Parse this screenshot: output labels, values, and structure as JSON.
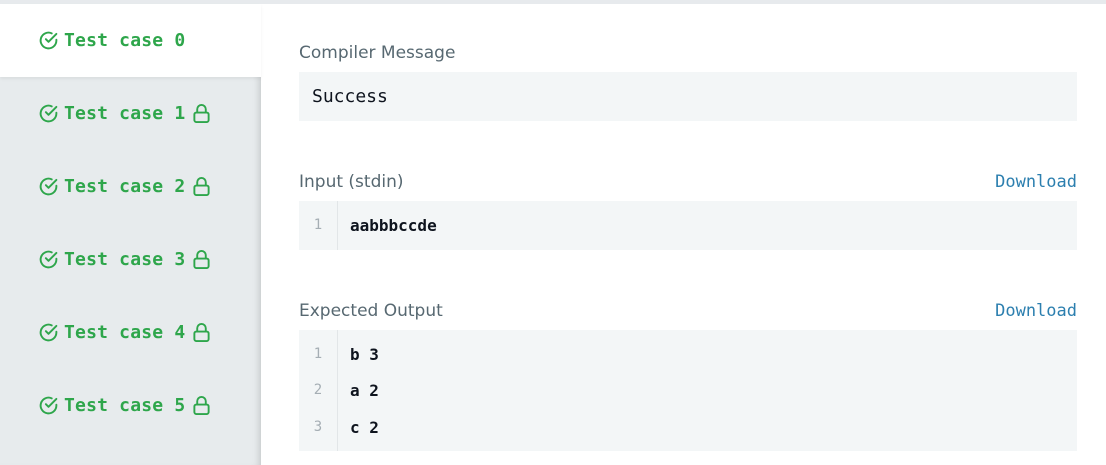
{
  "tabs": [
    {
      "label": "Test case 0",
      "active": true,
      "locked": false
    },
    {
      "label": "Test case 1",
      "active": false,
      "locked": true
    },
    {
      "label": "Test case 2",
      "active": false,
      "locked": true
    },
    {
      "label": "Test case 3",
      "active": false,
      "locked": true
    },
    {
      "label": "Test case 4",
      "active": false,
      "locked": true
    },
    {
      "label": "Test case 5",
      "active": false,
      "locked": true
    }
  ],
  "compiler": {
    "title": "Compiler Message",
    "message": "Success"
  },
  "input": {
    "title": "Input (stdin)",
    "download_label": "Download",
    "lines": [
      {
        "no": "1",
        "text": "aabbbccde"
      }
    ]
  },
  "expected": {
    "title": "Expected Output",
    "download_label": "Download",
    "lines": [
      {
        "no": "1",
        "text": "b 3"
      },
      {
        "no": "2",
        "text": "a 2"
      },
      {
        "no": "3",
        "text": "c 2"
      }
    ]
  },
  "colors": {
    "success_green": "#2ea64b",
    "link_blue": "#2c7faf",
    "sidebar_bg": "#e7ebed",
    "box_bg": "#f3f6f7"
  },
  "icons": {
    "status": "check-circle-icon",
    "lock": "lock-icon"
  }
}
